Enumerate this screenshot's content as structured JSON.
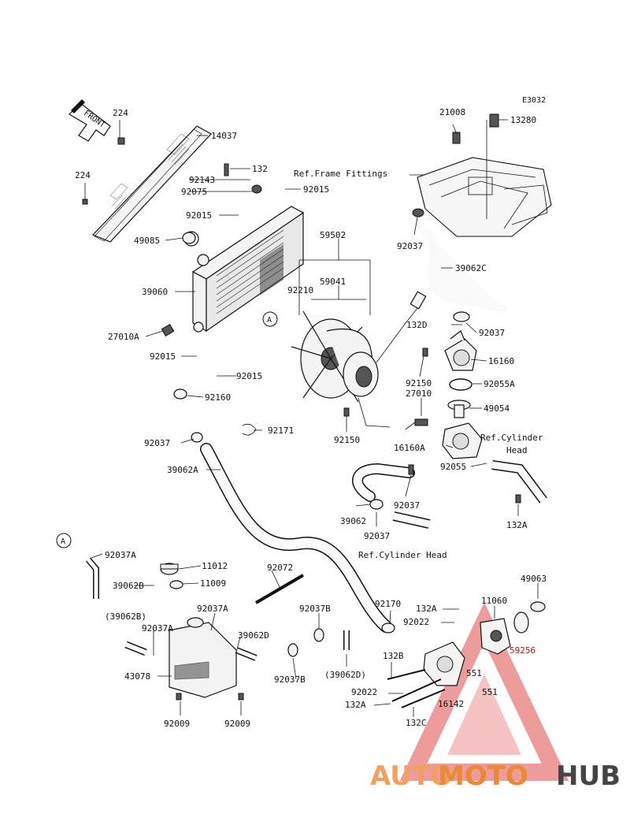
{
  "diagram_code": "E3032",
  "front_label": "FRONT",
  "watermark": {
    "part1": "AUTO",
    "part2": "MOTO",
    "part3": "HUB",
    "color_light": "#f0a060",
    "color_mid": "#e88a3a",
    "color_dark": "#444444",
    "triangle_color": "#e14a4a"
  },
  "refs": {
    "frame_fittings": "Ref.Frame Fittings",
    "cylinder_head_1a": "Ref.Cylinder",
    "cylinder_head_1b": "Head",
    "cylinder_head_2": "Ref.Cylinder Head"
  },
  "callout_a": "A",
  "parts": {
    "p224a": "224",
    "p14037": "14037",
    "p224b": "224",
    "p132": "132",
    "p92143": "92143",
    "p92075": "92075",
    "p92015a": "92015",
    "p92015b": "92015",
    "p49085": "49085",
    "p39060": "39060",
    "p27010A": "27010A",
    "p92015c": "92015",
    "p92015d": "92015",
    "p92160": "92160",
    "p21008": "21008",
    "p13280": "13280",
    "p92037a": "92037",
    "p59502": "59502",
    "p59041": "59041",
    "p92210": "92210",
    "p39062C": "39062C",
    "p132D": "132D",
    "p92037b": "92037",
    "p16160": "16160",
    "p92055A": "92055A",
    "p92150a": "92150",
    "p27010": "27010",
    "p49054": "49054",
    "p92150b": "92150",
    "p92171": "92171",
    "p16160A": "16160A",
    "p92037c": "92037",
    "p92055": "92055",
    "p39062A": "39062A",
    "p39062": "39062",
    "p92037d": "92037",
    "p132A": "132A",
    "p92037e": "92037",
    "p92037A": "92037A",
    "p11012": "11012",
    "p39062B": "39062B",
    "p11009": "11009",
    "p92072": "92072",
    "p39062B_paren": "(39062B)",
    "p92037A_b": "92037A",
    "p92037B": "92037B",
    "p92037A_c": "92037A",
    "p39062D": "39062D",
    "p43078": "43078",
    "p92037B_b": "92037B",
    "p39062D_paren": "(39062D)",
    "p92009a": "92009",
    "p92009b": "92009",
    "p92170": "92170",
    "p132A_b": "132A",
    "p11060": "11060",
    "p49063": "49063",
    "p92022": "92022",
    "p59256": "59256",
    "p132B": "132B",
    "p551a": "551",
    "p92022b": "92022",
    "p16142": "16142",
    "p551b": "551",
    "p132A_c": "132A",
    "p132C": "132C"
  }
}
